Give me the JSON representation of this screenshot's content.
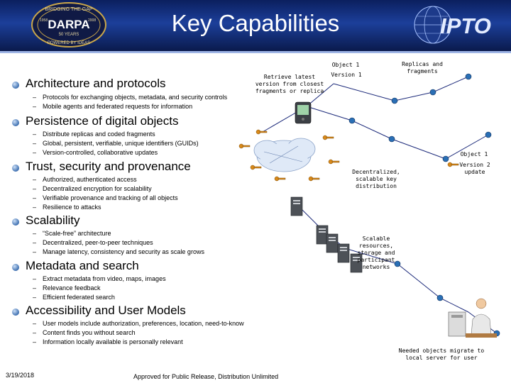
{
  "header": {
    "title": "Key Capabilities",
    "left_logo": {
      "icon": "darpa-seal-icon",
      "lines": [
        "BRIDGING THE GAP",
        "DARPA",
        "50 YEARS",
        "POWERED BY IDEAS"
      ],
      "year_left": "1958",
      "year_right": "2008"
    },
    "right_logo": {
      "icon": "ipto-globe-logo-icon",
      "text": "IPTO"
    }
  },
  "sections": [
    {
      "heading": "Architecture and protocols",
      "items": [
        "Protocols for exchanging objects, metadata, and security controls",
        "Mobile agents and federated requests for information"
      ]
    },
    {
      "heading": "Persistence of digital objects",
      "items": [
        "Distribute replicas and coded fragments",
        "Global, persistent, verifiable, unique identifiers (GUIDs)",
        "Version-controlled, collaborative updates"
      ]
    },
    {
      "heading": "Trust, security and provenance",
      "items": [
        "Authorized, authenticated access",
        "Decentralized encryption for scalability",
        "Verifiable provenance and tracking of all objects",
        "Resilience to attacks"
      ]
    },
    {
      "heading": "Scalability",
      "items": [
        "“Scale-free” architecture",
        "Decentralized, peer-to-peer techniques",
        "Manage latency, consistency and security as scale grows"
      ]
    },
    {
      "heading": "Metadata and search",
      "items": [
        "Extract metadata from video, maps, images",
        "Relevance feedback",
        "Efficient federated search"
      ]
    },
    {
      "heading": "Accessibility and User Models",
      "items": [
        "User models include authorization, preferences, location, need-to-know",
        "Content finds you without search",
        "Information locally available is personally relevant"
      ]
    }
  ],
  "diagram": {
    "object1_top": "Object 1",
    "version1": "Version 1",
    "replicas": [
      "Replicas and",
      "fragments"
    ],
    "retrieve": [
      "Retrieve latest",
      "version from closest",
      "fragments or replica"
    ],
    "object1_right": "Object 1",
    "version2": [
      "Version 2",
      "update"
    ],
    "decentralized": [
      "Decentralized,",
      "scalable key",
      "distribution"
    ],
    "scalable": [
      "Scalable",
      "resources,",
      "storage and",
      "participant",
      "networks"
    ],
    "needed": [
      "Needed objects migrate to",
      "local server for user"
    ],
    "icons": [
      "pda-device-icon",
      "key-icon",
      "cloud-network-icon",
      "server-tower-icon",
      "user-workstation-icon",
      "network-node-icon"
    ],
    "colors": {
      "node": "#2a6fb5",
      "link": "#1c2a7a",
      "key": "#d98a1a"
    }
  },
  "footer": {
    "date": "3/19/2018",
    "note": "Approved for Public Release, Distribution Unlimited"
  }
}
